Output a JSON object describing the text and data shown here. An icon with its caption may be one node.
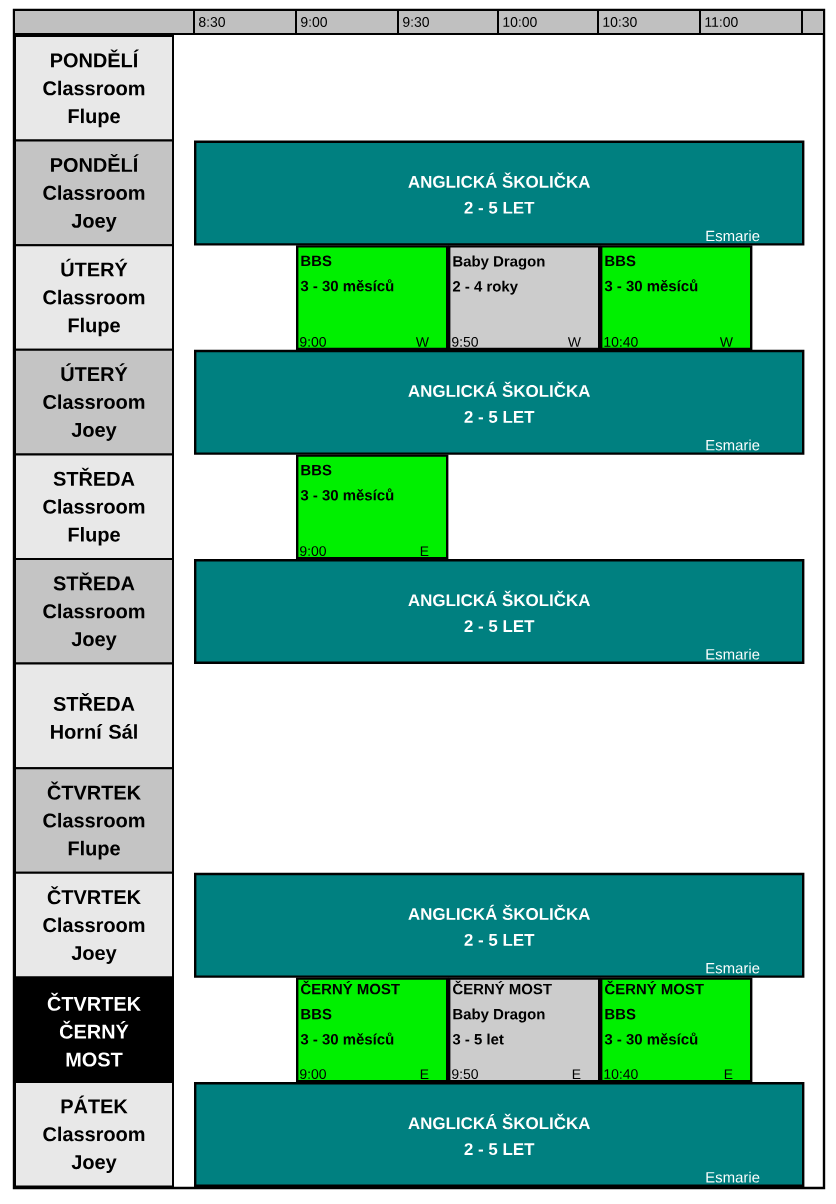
{
  "diagram": {
    "nodes": [
      {
        "text": [
          "PONDĚLÍ",
          "Classroom Flupe"
        ]
      },
      {
        "text": [
          "PONDĚLÍ",
          "Classroom Joey"
        ]
      },
      {
        "text": [
          "ÚTERÝ",
          "Classroom Flupe"
        ]
      },
      {
        "text": [
          "ÚTERÝ",
          "Classroom Joey"
        ]
      },
      {
        "text": [
          "STŘEDA",
          "Classroom Flupe"
        ]
      },
      {
        "text": [
          "STŘEDA",
          "Classroom Joey"
        ]
      },
      {
        "text": [
          "STŘEDA",
          "Horní Sál"
        ]
      },
      {
        "text": [
          "ČTVRTEK",
          "Classroom Flupe"
        ]
      },
      {
        "text": [
          "ČTVRTEK",
          "Classroom Joey"
        ]
      },
      {
        "text": [
          "ČTVRTEK",
          "ČERNÝ MOST"
        ]
      },
      {
        "text": [
          "PÁTEK",
          "Classroom Joey"
        ]
      },
      {
        "text": [
          "ANGLICKÁ ŠKOLIČKA",
          "2 - 5 LET",
          "Esmarie"
        ]
      },
      {
        "text": [
          "BBS",
          "3 - 30 měsíců",
          "9:00",
          "W"
        ]
      },
      {
        "text": [
          "Baby Dragon",
          "2 - 4 roky",
          "9:50",
          "W"
        ]
      },
      {
        "text": [
          "BBS",
          "3 - 30 měsíců",
          "10:40",
          "W"
        ]
      },
      {
        "text": [
          "ANGLICKÁ ŠKOLIČKA",
          "2 - 5 LET",
          "Esmarie"
        ]
      },
      {
        "text": [
          "BBS",
          "3 - 30 měsíců",
          "9:00",
          "E"
        ]
      },
      {
        "text": [
          "ANGLICKÁ ŠKOLIČKA",
          "2 - 5 LET",
          "Esmarie"
        ]
      },
      {
        "text": [
          "ANGLICKÁ ŠKOLIČKA",
          "2 - 5 LET",
          "Esmarie"
        ]
      },
      {
        "text": [
          "ČERNÝ MOST",
          "BBS",
          "3 - 30 měsíců",
          "9:00",
          "E"
        ]
      },
      {
        "text": [
          "ČERNÝ MOST",
          "Baby Dragon",
          "3 - 5 let",
          "9:50",
          "E"
        ]
      },
      {
        "text": [
          "ČERNÝ MOST",
          "BBS",
          "3 - 30 měsíců",
          "10:40",
          "E"
        ]
      },
      {
        "text": [
          "ANGLICKÁ ŠKOLIČKA",
          "2 - 5 LET",
          "Esmarie"
        ]
      }
    ],
    "labels": [
      "8:30",
      "9:00",
      "9:30",
      "10:00",
      "10:30",
      "11:00"
    ]
  }
}
